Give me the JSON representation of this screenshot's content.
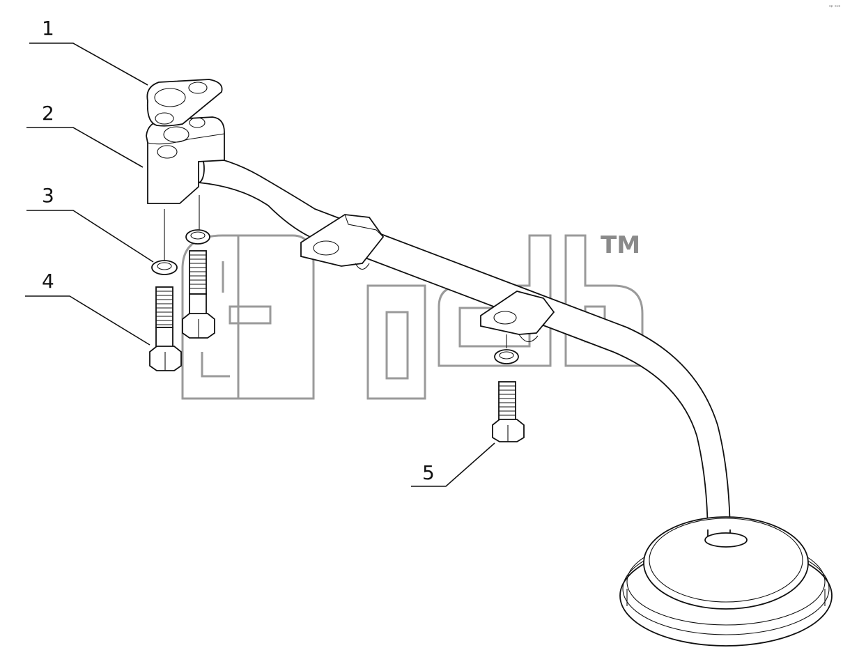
{
  "callouts": [
    {
      "id": "1",
      "label": "1"
    },
    {
      "id": "2",
      "label": "2"
    },
    {
      "id": "3",
      "label": "3"
    },
    {
      "id": "4",
      "label": "4"
    },
    {
      "id": "5",
      "label": "5"
    }
  ],
  "watermark": {
    "trademark": "TM"
  },
  "corner_mark": "ᵃᵖ ᵃᵘᵃ",
  "colors": {
    "line": "#111111",
    "watermark": "#9a9a9a",
    "background": "#ffffff"
  }
}
